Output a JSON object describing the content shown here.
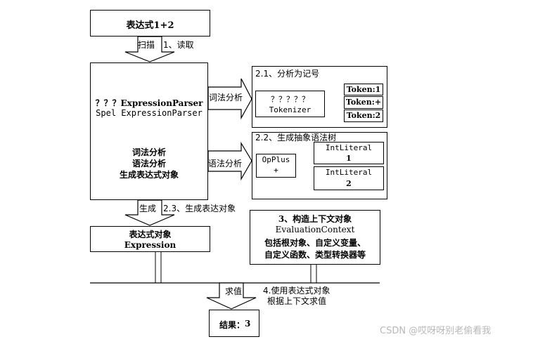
{
  "top_box": {
    "text": "表达式1+2"
  },
  "arrow1": {
    "left_label": "扫描",
    "right_label": "1、读取"
  },
  "parser_box": {
    "line1": "？？？ExpressionParser",
    "line2": "Spel ExpressionParser",
    "line3": "词法分析",
    "line4": "语法分析",
    "line5": "生成表达式对象"
  },
  "lexer_arrow": {
    "label": "词法分析"
  },
  "syntax_arrow": {
    "label": "语法分析"
  },
  "tokenize_panel": {
    "title": "2.1、分析为记号",
    "tokenizer_line1": "？？？？？",
    "tokenizer_line2": "Tokenizer",
    "tokens": [
      "Token:1",
      "Token:+",
      "Token:2"
    ]
  },
  "ast_panel": {
    "title": "2.2、生成抽象语法树",
    "op_line1": "OpPlus",
    "op_line2": "+",
    "literals": [
      {
        "line1": "IntLiteral",
        "line2": "1"
      },
      {
        "line1": "IntLiteral",
        "line2": "2"
      }
    ]
  },
  "arrow2": {
    "left_label": "生成",
    "right_label": "2.3、生成表达对象"
  },
  "expr_box": {
    "line1": "表达式对象",
    "line2": "Expression"
  },
  "context_box": {
    "line1": "3、构造上下文对象",
    "line2": "EvaluationContext",
    "line3": "包括根对象、自定义变量、",
    "line4": "自定义函数、类型转换器等"
  },
  "arrow3": {
    "left_label": "求值",
    "right_label_1": "4.使用表达式对象",
    "right_label_2": "根据上下文求值"
  },
  "result_box": {
    "label": "结果：",
    "value": "3"
  },
  "watermark": "CSDN @哎呀呀别老偷看我"
}
